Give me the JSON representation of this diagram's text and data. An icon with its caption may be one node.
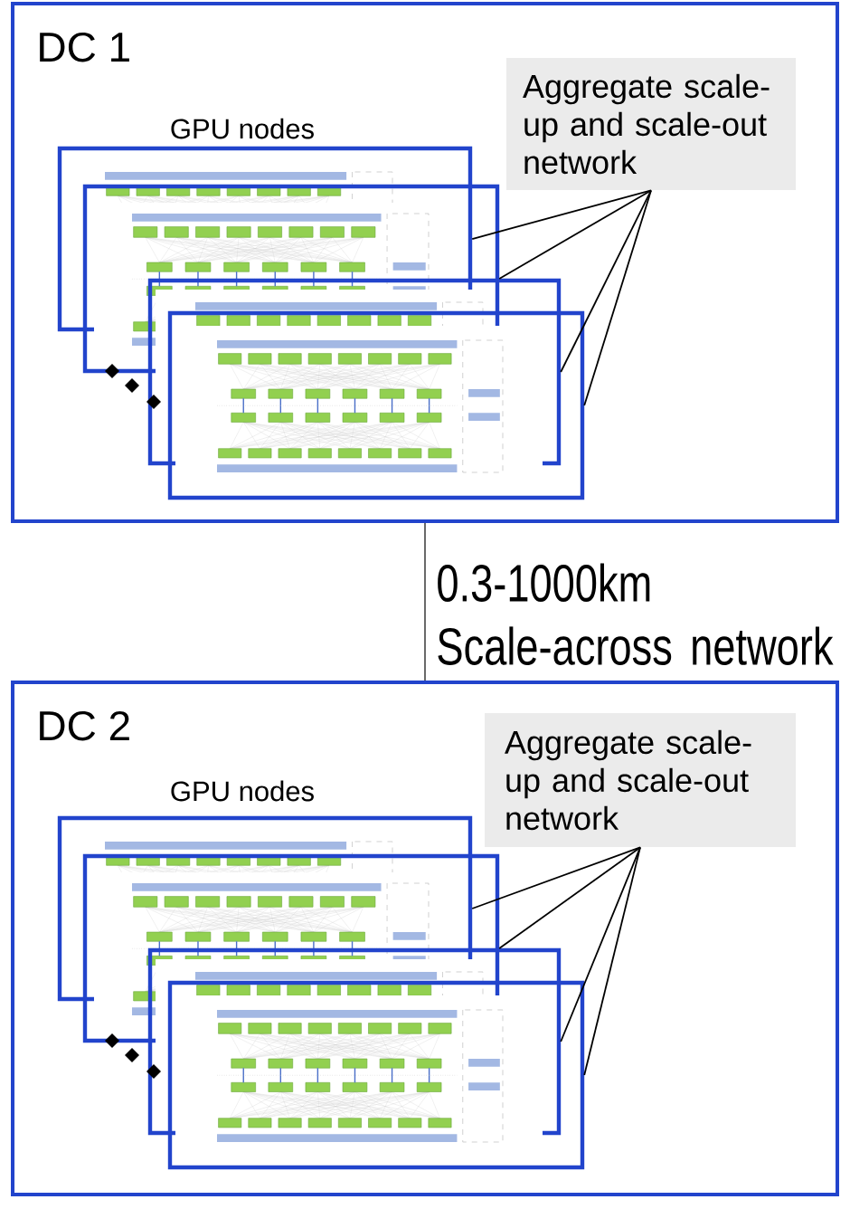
{
  "diagram": {
    "nodes": [
      {
        "text": [
          "DC 1"
        ]
      },
      {
        "text": [
          "Aggregate scale-up and scale-out network"
        ],
        "in": 0
      },
      {
        "text": [],
        "shape": "picture",
        "in": 0
      },
      {
        "text": [],
        "shape": "picture",
        "in": 0
      },
      {
        "text": [],
        "shape": "picture",
        "in": 0
      },
      {
        "text": [],
        "shape": "picture",
        "in": 0
      },
      {
        "text": [
          "DC 2"
        ]
      },
      {
        "text": [
          "Aggregate scale-up and scale-out network"
        ],
        "in": 6
      },
      {
        "text": [],
        "shape": "picture",
        "in": 6
      },
      {
        "text": [],
        "shape": "picture",
        "in": 6
      },
      {
        "text": [],
        "shape": "picture",
        "in": 6
      },
      {
        "text": [],
        "shape": "picture",
        "in": 6
      }
    ],
    "edges": [
      {
        "from": 1,
        "to": 2,
        "arrow": "none"
      },
      {
        "from": 1,
        "to": 3,
        "arrow": "none"
      },
      {
        "from": 1,
        "to": 4,
        "arrow": "none"
      },
      {
        "from": 1,
        "to": 5,
        "arrow": "none"
      },
      {
        "from": 0,
        "to": 6,
        "arrow": "none",
        "label": "0.3-1000km Scale-across network",
        "color": "#595959"
      },
      {
        "from": 7,
        "to": 8,
        "arrow": "none"
      },
      {
        "from": 7,
        "to": 9,
        "arrow": "none"
      },
      {
        "from": 7,
        "to": 10,
        "arrow": "none"
      },
      {
        "from": 7,
        "to": 11,
        "arrow": "none"
      }
    ],
    "labels": [
      "GPU nodes",
      "GPU nodes"
    ]
  }
}
